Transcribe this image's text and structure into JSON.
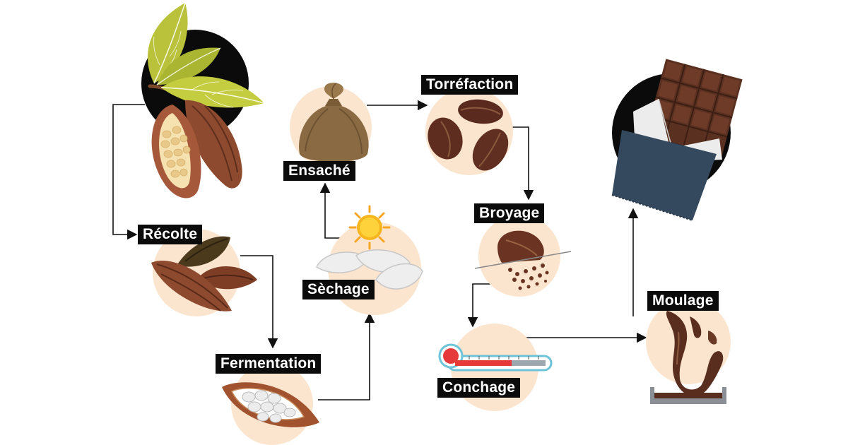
{
  "steps": {
    "recolte": "Récolte",
    "fermentation": "Fermentation",
    "sechage": "Sèchage",
    "ensache": "Ensaché",
    "torrefaction": "Torréfaction",
    "broyage": "Broyage",
    "conchage": "Conchage",
    "moulage": "Moulage"
  },
  "colors": {
    "circle": "#fbe5cf",
    "label_bg": "#0b0b0b",
    "label_text": "#ffffff",
    "arrow": "#111111",
    "pod_dark": "#6b3522",
    "pod_mid": "#8e4a2e",
    "leaf": "#b9c23a",
    "chocolate": "#5a3020",
    "wrapper": "#34495e"
  }
}
